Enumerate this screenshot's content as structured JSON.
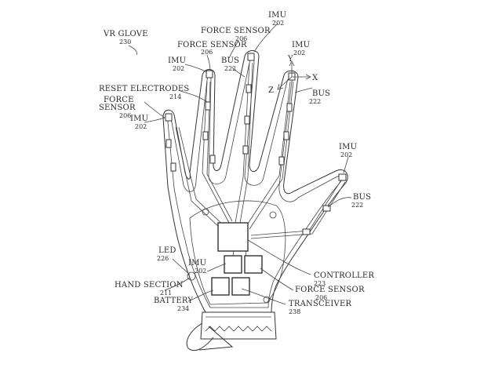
{
  "labels": {
    "vr_glove": "VR GLOVE",
    "vr_glove_num": "230",
    "imu_top": "IMU",
    "imu_top_num": "202",
    "force_top": "FORCE SENSOR",
    "force_top_num": "206",
    "force_mid": "FORCE SENSOR",
    "force_mid_num": "206",
    "imu_axes": "IMU",
    "imu_axes_num": "202",
    "imu_ring": "IMU",
    "imu_ring_num": "202",
    "bus_mid": "BUS",
    "bus_mid_num": "222",
    "axis_y": "Y",
    "axis_x": "X",
    "axis_z": "Z",
    "bus_right": "BUS",
    "bus_right_num": "222",
    "reset": "RESET ELECTRODES",
    "reset_num": "214",
    "force_left_1": "FORCE",
    "force_left_2": "SENSOR",
    "force_left_num": "206",
    "imu_left": "IMU",
    "imu_left_num": "202",
    "imu_thumb": "IMU",
    "imu_thumb_num": "202",
    "bus_thumb": "BUS",
    "bus_thumb_num": "222",
    "led": "LED",
    "led_num": "226",
    "imu_palm": "IMU",
    "imu_palm_num": "202",
    "controller": "CONTROLLER",
    "controller_num": "223",
    "hand_section": "HAND SECTION",
    "hand_section_num": "211",
    "force_palm": "FORCE SENSOR",
    "force_palm_num": "206",
    "battery": "BATTERY",
    "battery_num": "234",
    "transceiver": "TRANSCEIVER",
    "transceiver_num": "238"
  }
}
